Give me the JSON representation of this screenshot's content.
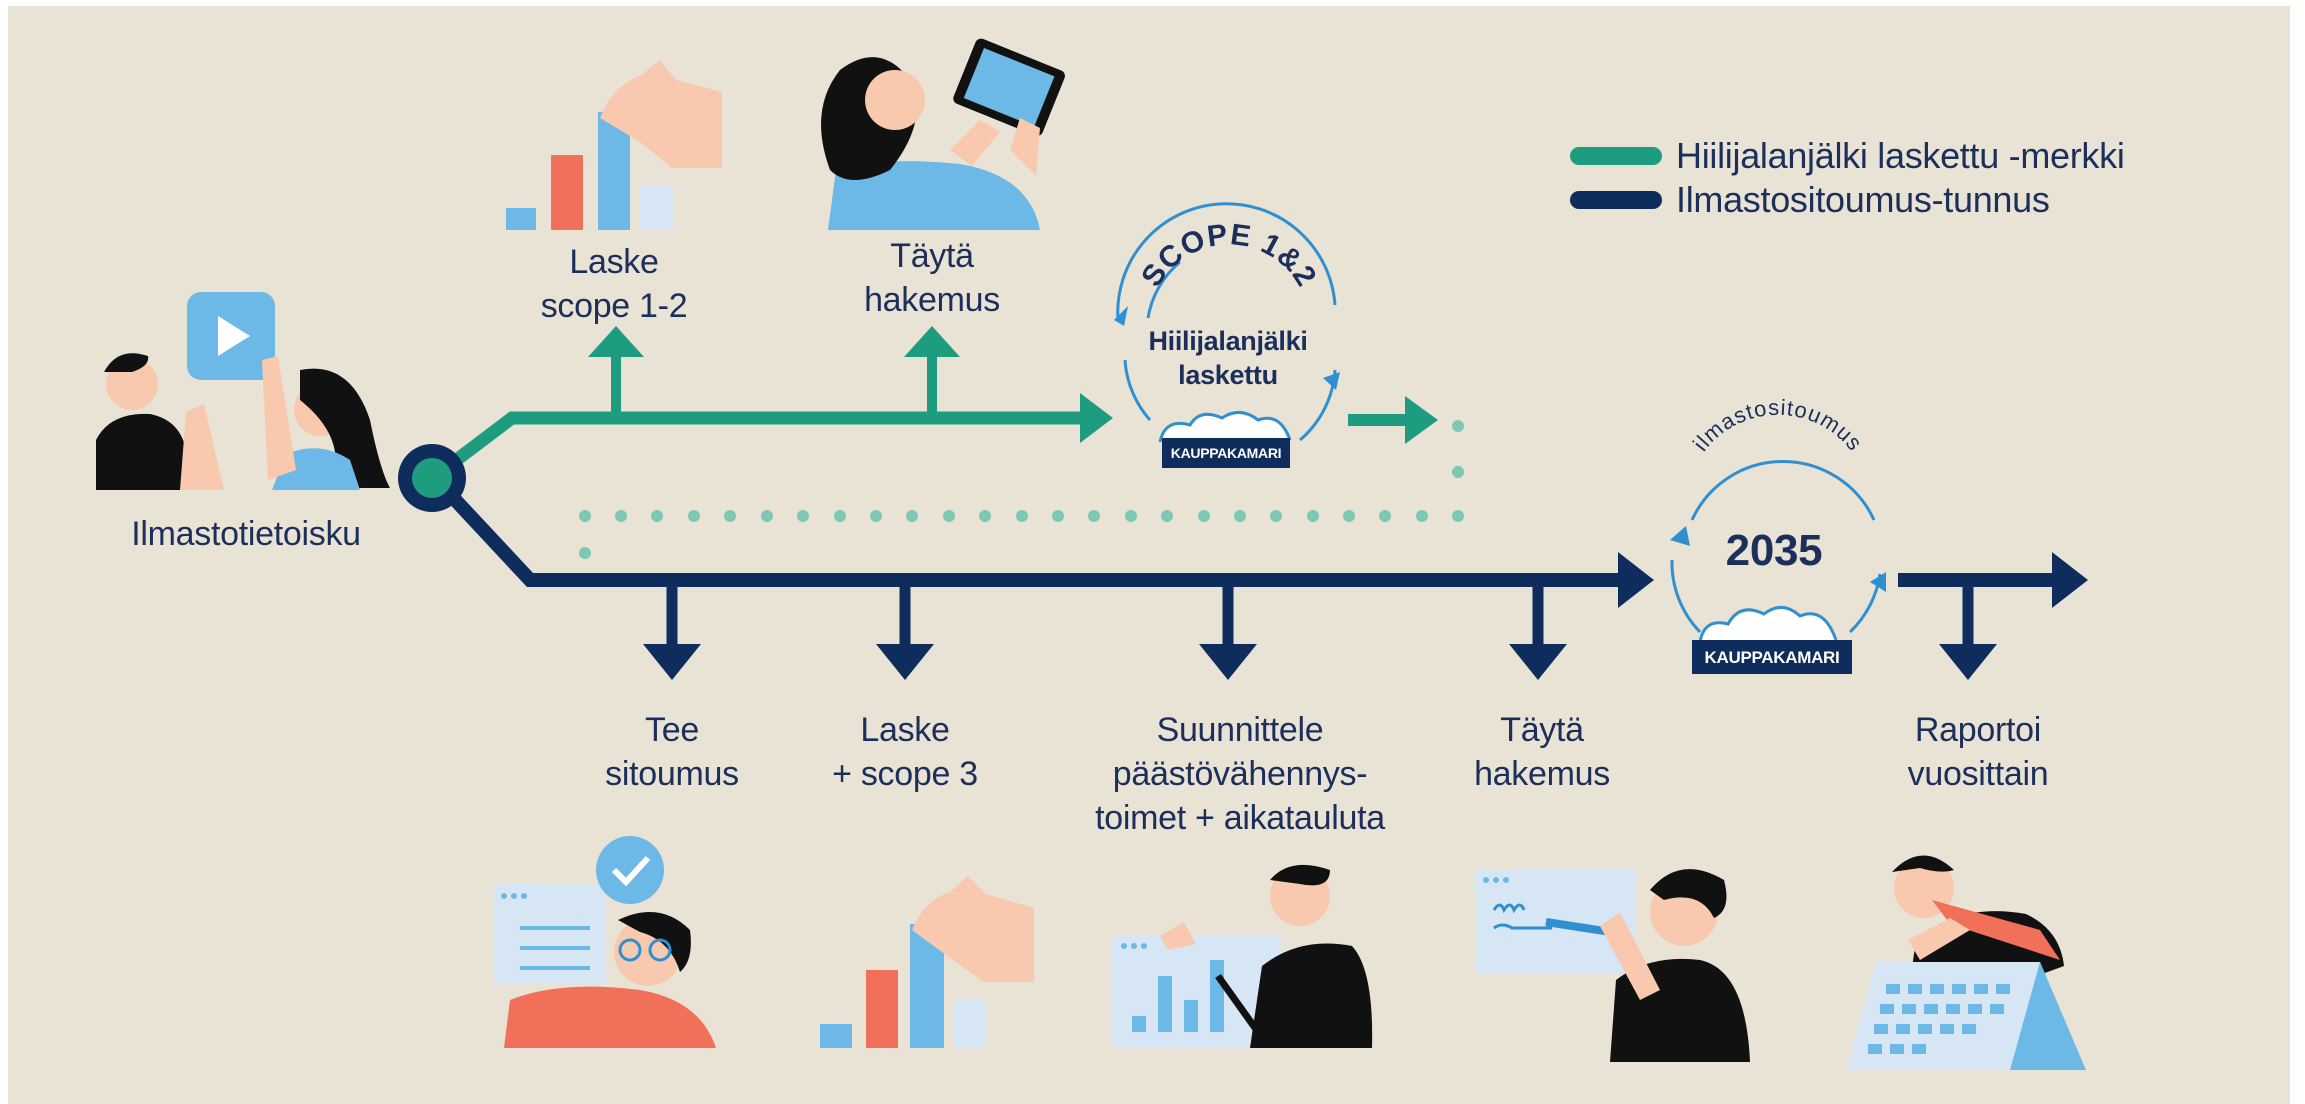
{
  "colors": {
    "background": "#e9e3d6",
    "green": "#1e9c80",
    "navy": "#0f2d5c",
    "light_blue": "#6cb8e6",
    "coral": "#f0705a",
    "skin": "#f8c9ae"
  },
  "legend": {
    "items": [
      {
        "label": "Hiilijalanjälki laskettu -merkki",
        "color": "#1e9c80"
      },
      {
        "label": "Ilmastositoumus-tunnus",
        "color": "#0f2d5c"
      }
    ]
  },
  "start": {
    "label": "Ilmastotietoisku"
  },
  "green_path": {
    "steps": [
      {
        "line1": "Laske",
        "line2": "scope 1-2",
        "icon": "bar-chart-hand-icon"
      },
      {
        "line1": "Täytä",
        "line2": "hakemus",
        "icon": "person-laptop-icon"
      }
    ],
    "badge": {
      "arc_text": "SCOPE 1&2",
      "line1": "Hiilijalanjälki",
      "line2": "laskettu",
      "ribbon": "KAUPPAKAMARI"
    }
  },
  "navy_path": {
    "steps": [
      {
        "line1": "Tee",
        "line2": "sitoumus",
        "icon": "person-checkmark-icon"
      },
      {
        "line1": "Laske",
        "line2": "+ scope 3",
        "icon": "bar-chart-hand-icon"
      },
      {
        "line1": "Suunnittele",
        "line2": "päästövähennys-",
        "line3": "toimet + aikatauluta",
        "icon": "person-chart-pen-icon"
      },
      {
        "line1": "Täytä",
        "line2": "hakemus",
        "icon": "person-signing-icon"
      },
      {
        "line1": "Raportoi",
        "line2": "vuosittain",
        "icon": "person-calendar-icon"
      }
    ],
    "badge": {
      "arc_text": "ilmastositoumus",
      "year": "2035",
      "ribbon": "KAUPPAKAMARI"
    }
  }
}
